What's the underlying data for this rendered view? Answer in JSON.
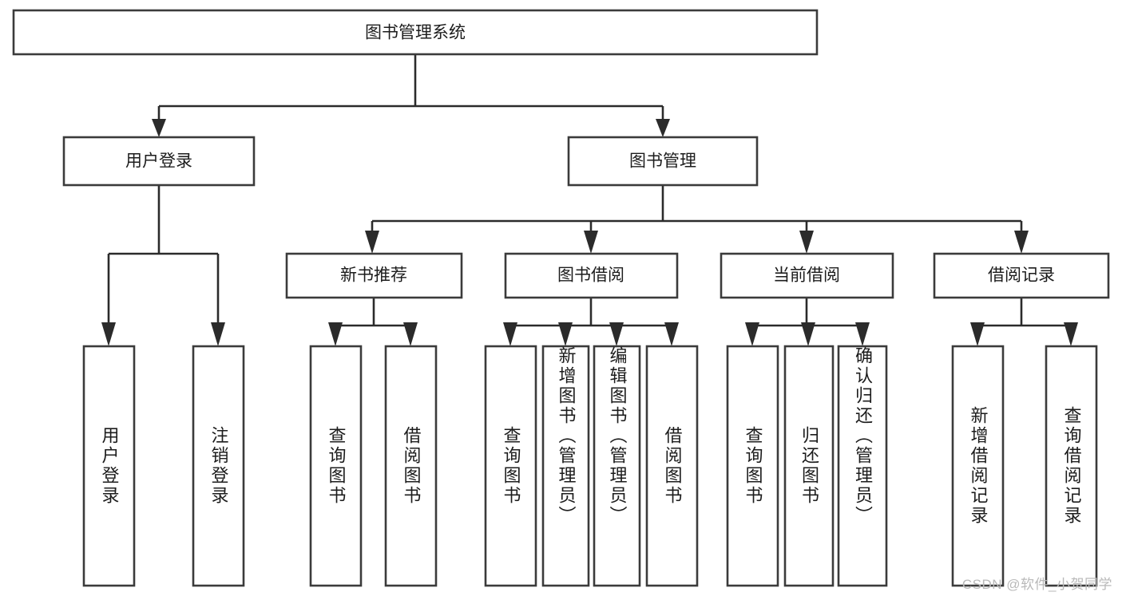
{
  "diagram": {
    "title": "图书管理系统",
    "type": "hierarchy-tree",
    "orientation": "top-down",
    "watermark": "CSDN @软件_小贺同学",
    "colors": {
      "box_stroke": "#3b3b3b",
      "box_fill": "#ffffff",
      "connector": "#2b2b2b",
      "text": "#1c1c1c",
      "background": "#ffffff",
      "watermark": "#b9b9b9"
    },
    "root": {
      "label": "图书管理系统",
      "name": "node-root-book-management-system"
    },
    "level2": [
      {
        "label": "用户登录",
        "name": "node-user-login"
      },
      {
        "label": "图书管理",
        "name": "node-book-management"
      }
    ],
    "level3": [
      {
        "label": "新书推荐",
        "name": "node-new-book-recommend"
      },
      {
        "label": "图书借阅",
        "name": "node-book-borrow"
      },
      {
        "label": "当前借阅",
        "name": "node-current-borrow"
      },
      {
        "label": "借阅记录",
        "name": "node-borrow-record"
      }
    ],
    "leaves": {
      "user_login": [
        {
          "label": "用户登录",
          "name": "leaf-user-login"
        },
        {
          "label": "注销登录",
          "name": "leaf-logout"
        }
      ],
      "new_book_recommend": [
        {
          "label": "查询图书",
          "name": "leaf-query-book-recommend"
        },
        {
          "label": "借阅图书",
          "name": "leaf-borrow-book-recommend"
        }
      ],
      "book_borrow": [
        {
          "label": "查询图书",
          "name": "leaf-query-book-borrow"
        },
        {
          "label": "新增图书（管理员）",
          "name": "leaf-add-book-admin"
        },
        {
          "label": "编辑图书（管理员）",
          "name": "leaf-edit-book-admin"
        },
        {
          "label": "借阅图书",
          "name": "leaf-borrow-book"
        }
      ],
      "current_borrow": [
        {
          "label": "查询图书",
          "name": "leaf-query-book-current"
        },
        {
          "label": "归还图书",
          "name": "leaf-return-book"
        },
        {
          "label": "确认归还（管理员）",
          "name": "leaf-confirm-return-admin"
        }
      ],
      "borrow_record": [
        {
          "label": "新增借阅记录",
          "name": "leaf-add-borrow-record"
        },
        {
          "label": "查询借阅记录",
          "name": "leaf-query-borrow-record"
        }
      ]
    }
  }
}
